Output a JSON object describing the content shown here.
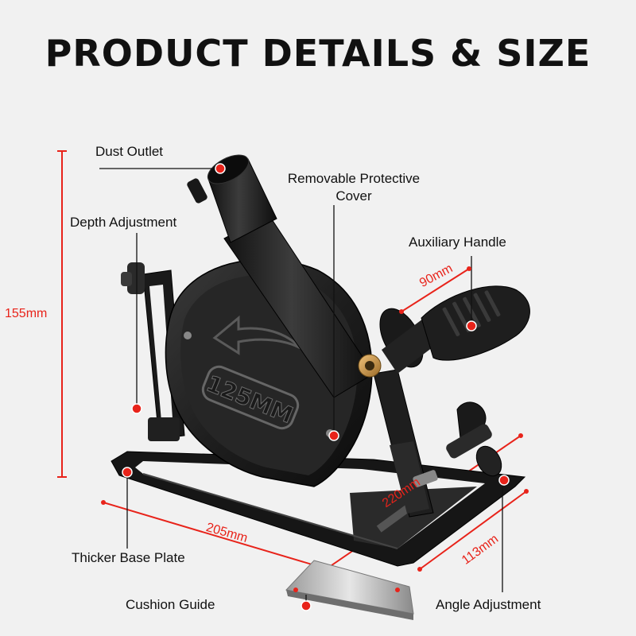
{
  "title": "PRODUCT DETAILS & SIZE",
  "callouts": {
    "dust_outlet": "Dust Outlet",
    "removable_cover_line1": "Removable Protective",
    "removable_cover_line2": "Cover",
    "depth_adjustment": "Depth Adjustment",
    "auxiliary_handle": "Auxiliary Handle",
    "thicker_base_plate": "Thicker Base Plate",
    "cushion_guide": "Cushion Guide",
    "angle_adjustment": "Angle Adjustment"
  },
  "dimensions": {
    "height": "155mm",
    "handle_length": "90mm",
    "base_length": "205mm",
    "diagonal": "220mm",
    "base_width": "113mm"
  },
  "cover_marking": "125MM",
  "colors": {
    "accent": "#e8231a",
    "product": "#1c1c1c",
    "background": "#f1f1f1"
  }
}
